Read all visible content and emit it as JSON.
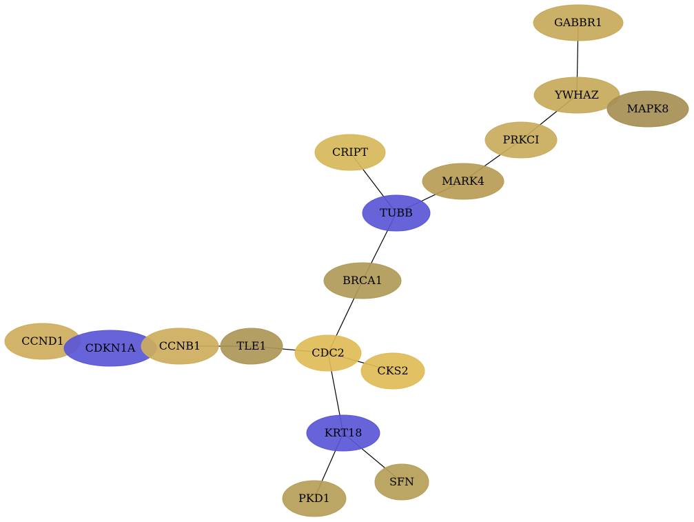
{
  "diagram": {
    "colors": {
      "blue": "#5a56d6",
      "gold": "#d8b44e",
      "tan": "#c2a559",
      "olive": "#ad9752",
      "dark_olive": "#9f8a4f"
    },
    "nodes": [
      {
        "id": "GABBR1",
        "label": "GABBR1",
        "color": "#c7a95a"
      },
      {
        "id": "YWHAZ",
        "label": "YWHAZ",
        "color": "#c7a95a"
      },
      {
        "id": "MAPK8",
        "label": "MAPK8",
        "color": "#a58f52"
      },
      {
        "id": "PRKCI",
        "label": "PRKCI",
        "color": "#c9ab5c"
      },
      {
        "id": "CRIPT",
        "label": "CRIPT",
        "color": "#d6b75a"
      },
      {
        "id": "MARK4",
        "label": "MARK4",
        "color": "#b89c55"
      },
      {
        "id": "TUBB",
        "label": "TUBB",
        "color": "#5a56d6"
      },
      {
        "id": "BRCA1",
        "label": "BRCA1",
        "color": "#b09a57"
      },
      {
        "id": "CCND1",
        "label": "CCND1",
        "color": "#cdae5c"
      },
      {
        "id": "CDKN1A",
        "label": "CDKN1A",
        "color": "#5a56d6"
      },
      {
        "id": "CCNB1",
        "label": "CCNB1",
        "color": "#cdae5c"
      },
      {
        "id": "TLE1",
        "label": "TLE1",
        "color": "#ad9656"
      },
      {
        "id": "CDC2",
        "label": "CDC2",
        "color": "#dfbb57"
      },
      {
        "id": "CKS2",
        "label": "CKS2",
        "color": "#dfbb57"
      },
      {
        "id": "KRT18",
        "label": "KRT18",
        "color": "#5a56d6"
      },
      {
        "id": "SFN",
        "label": "SFN",
        "color": "#b69e58"
      },
      {
        "id": "PKD1",
        "label": "PKD1",
        "color": "#b69e58"
      }
    ],
    "edges": [
      [
        "GABBR1",
        "YWHAZ"
      ],
      [
        "YWHAZ",
        "PRKCI"
      ],
      [
        "PRKCI",
        "MARK4"
      ],
      [
        "MARK4",
        "TUBB"
      ],
      [
        "CRIPT",
        "TUBB"
      ],
      [
        "TUBB",
        "BRCA1"
      ],
      [
        "BRCA1",
        "CDC2"
      ],
      [
        "TLE1",
        "CDC2"
      ],
      [
        "CCNB1",
        "TLE1"
      ],
      [
        "CDC2",
        "CKS2"
      ],
      [
        "CDC2",
        "KRT18"
      ],
      [
        "KRT18",
        "SFN"
      ],
      [
        "KRT18",
        "PKD1"
      ]
    ]
  }
}
